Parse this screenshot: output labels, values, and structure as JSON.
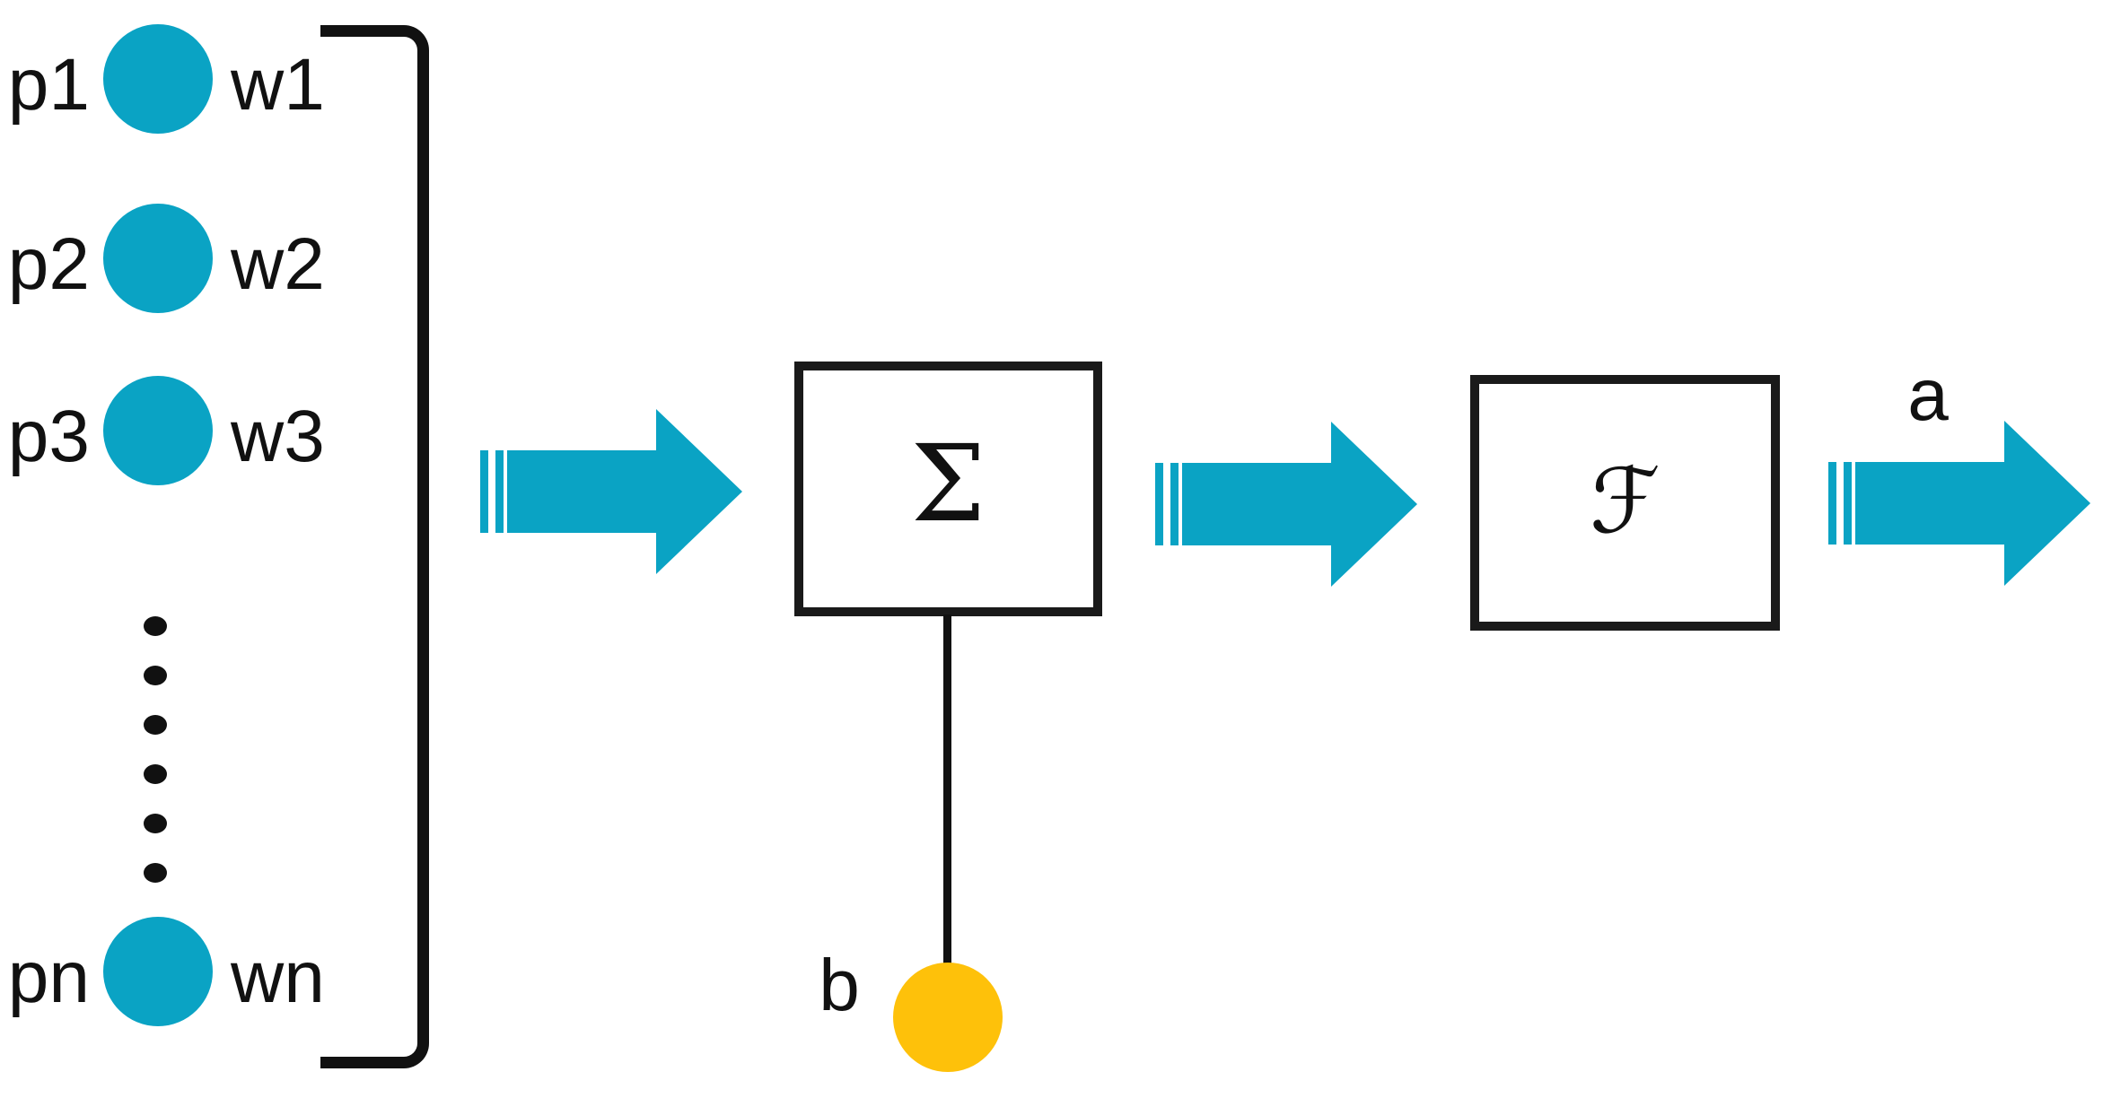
{
  "diagram": {
    "inputs": [
      {
        "p": "p1",
        "w": "w1"
      },
      {
        "p": "p2",
        "w": "w2"
      },
      {
        "p": "p3",
        "w": "w3"
      },
      {
        "p": "pn",
        "w": "wn"
      }
    ],
    "ellipsis_dot_count": 6,
    "summation_symbol": "Σ",
    "transfer_symbol": "ℱ",
    "bias_label": "b",
    "output_label": "a",
    "colors": {
      "input_node": "#0AA3C4",
      "arrow": "#0AA3C4",
      "bias_node": "#FEC10A",
      "stroke": "#111111"
    }
  }
}
